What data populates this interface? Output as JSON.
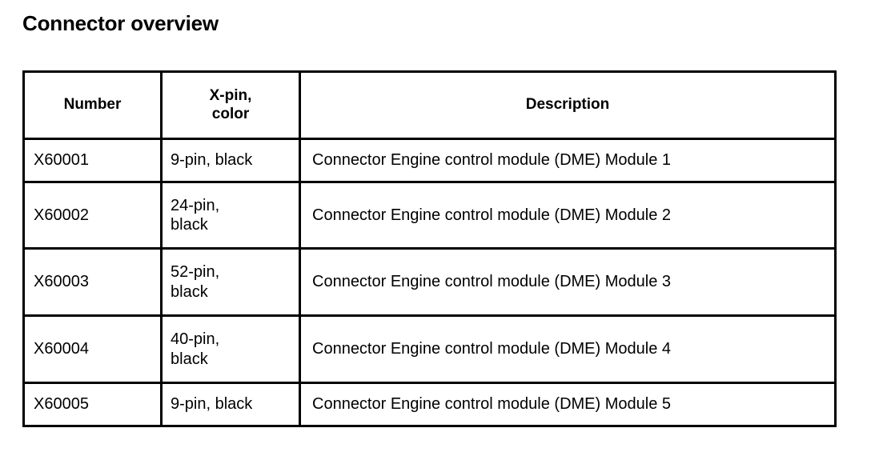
{
  "document": {
    "title": "Connector overview"
  },
  "table": {
    "columns": [
      {
        "key": "number",
        "label": "Number"
      },
      {
        "key": "xpin",
        "label": "X-pin,\ncolor"
      },
      {
        "key": "description",
        "label": "Description"
      }
    ],
    "column_labels": {
      "number": "Number",
      "xpin_line1": "X-pin,",
      "xpin_line2": "color",
      "description": "Description"
    },
    "rows": [
      {
        "number": "X60001",
        "xpin": "9-pin, black",
        "xpin_line1": "9-pin, black",
        "xpin_line2": "",
        "description": "Connector Engine control module (DME) Module 1"
      },
      {
        "number": "X60002",
        "xpin": "24-pin, black",
        "xpin_line1": "24-pin,",
        "xpin_line2": "black",
        "description": "Connector Engine control module (DME) Module 2"
      },
      {
        "number": "X60003",
        "xpin": "52-pin, black",
        "xpin_line1": "52-pin,",
        "xpin_line2": "black",
        "description": "Connector Engine control module (DME) Module 3"
      },
      {
        "number": "X60004",
        "xpin": "40-pin, black",
        "xpin_line1": "40-pin,",
        "xpin_line2": "black",
        "description": "Connector Engine control module (DME) Module 4"
      },
      {
        "number": "X60005",
        "xpin": "9-pin, black",
        "xpin_line1": "9-pin, black",
        "xpin_line2": "",
        "description": "Connector Engine control module (DME) Module 5"
      }
    ]
  },
  "colors": {
    "background": "#ffffff",
    "text": "#000000",
    "border": "#000000"
  }
}
